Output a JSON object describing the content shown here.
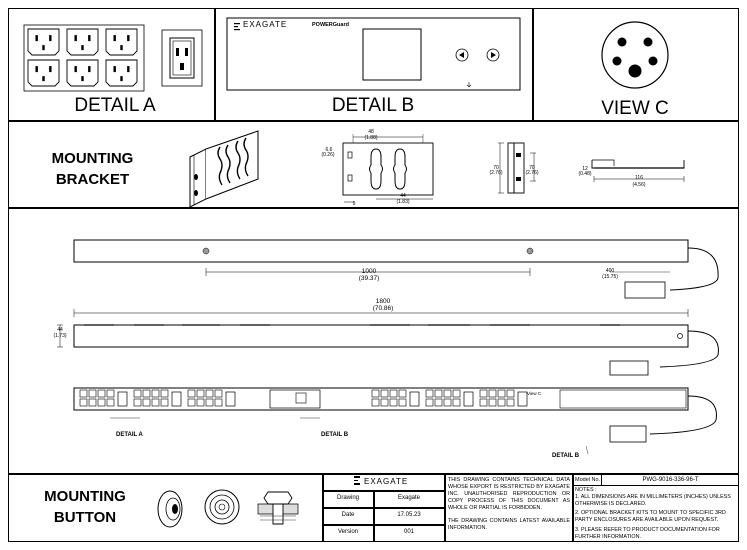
{
  "details": {
    "a": "DETAIL A",
    "b": "DETAIL B",
    "c": "VIEW C"
  },
  "device": {
    "brand": "EXAGATE",
    "model": "POWERGuard"
  },
  "mounting_bracket": {
    "title_line1": "MOUNTING",
    "title_line2": "BRACKET",
    "dim_width": "48",
    "dim_width_in": "(1.88)",
    "dim_a": "6.6",
    "dim_a_in": "(0.26)",
    "dim_b": "44",
    "dim_b_in": "(1.83)",
    "dim_c": "9",
    "dim_h1": "70",
    "dim_h1_in": "(2.76)",
    "dim_h2": "70",
    "dim_h2_in": "(2.76)",
    "dim_side": "12",
    "dim_side_in": "(0.48)",
    "dim_len": "116",
    "dim_len_in": "(4.56)"
  },
  "pdu": {
    "dim_1000": "1000",
    "dim_1000_in": "(39.37)",
    "dim_1800": "1800",
    "dim_1800_in": "(70.86)",
    "dim_cord": "400",
    "dim_cord_in": "(15.75)",
    "dim_height": "44",
    "dim_height_in": "(1.73)",
    "label_detail_a": "DETAIL A",
    "label_detail_b": "DETAIL B",
    "label_detail_b2": "DETAIL B",
    "label_view_c": "View C"
  },
  "mounting_button": {
    "title_line1": "MOUNTING",
    "title_line2": "BUTTON"
  },
  "title_block": {
    "logo": "EXAGATE",
    "drawing_label": "Drawing",
    "drawing_value": "Exagate",
    "date_label": "Date",
    "date_value": "17.05.23",
    "version_label": "Version",
    "version_value": "001",
    "notice": "THIS DRAWING CONTAINS TECHNICAL DATA WHOSE EXPORT IS RESTRICTED BY EXAGATE INC. UNAUTHORISED REPRODUCTION OR COPY PROCESS OF THIS DOCUMENT AS WHOLE OR PARTIAL IS FORBIDDEN.",
    "notice2": "THE DRAWING CONTAINS LATEST AVAILABLE INFORMATION.",
    "model_label": "Model No.",
    "model_value": "PWG-9016-336-96-T",
    "notes_title": "NOTES :",
    "note1": "1. ALL DIMENSIONS ARE IN MILLIMETERS (INCHES) UNLESS OTHERWISE IS DECLARED.",
    "note2": "2. OPTIONAL BRACKET KITS TO MOUNT TO SPECIFIC 3RD PARTY ENCLOSURES ARE AVAILABLE UPON REQUEST.",
    "note3": "3. PLEASE REFER TO PRODUCT DOCUMENTATION FOR FURTHER INFORMATION."
  }
}
